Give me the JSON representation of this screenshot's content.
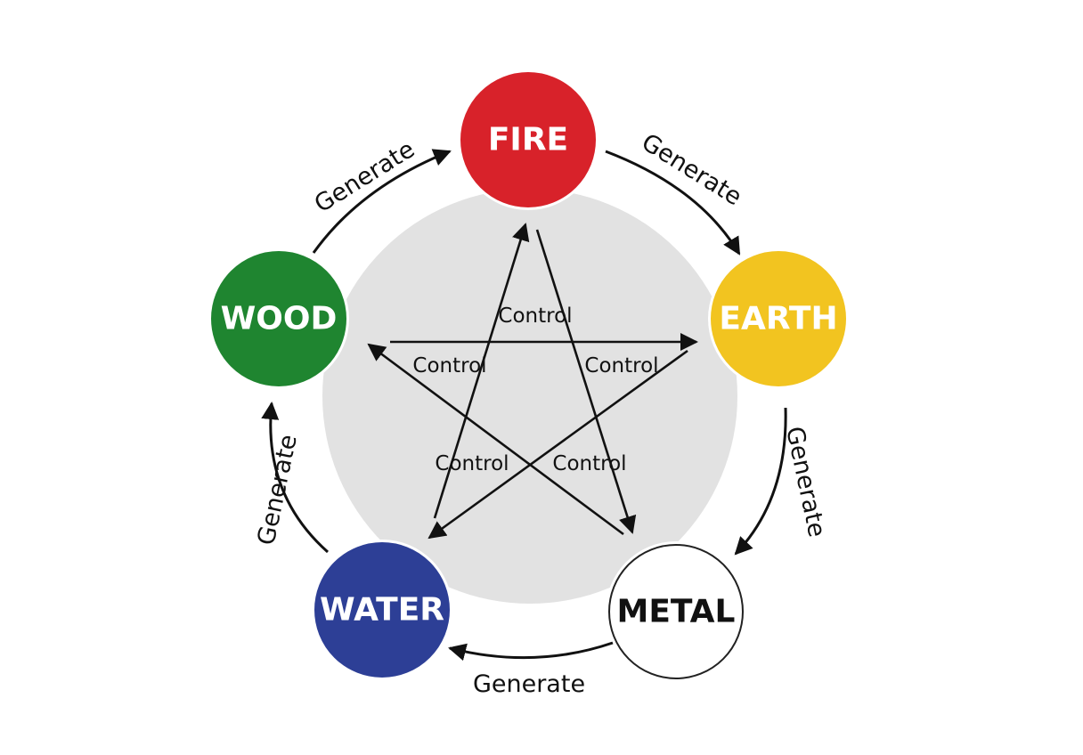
{
  "elements": [
    {
      "id": "fire",
      "label": "FIRE",
      "fill": "#d8222a",
      "text_color": "#ffffff",
      "border": "#d8222a"
    },
    {
      "id": "earth",
      "label": "EARTH",
      "fill": "#f2c420",
      "text_color": "#ffffff",
      "border": "#f2c420"
    },
    {
      "id": "metal",
      "label": "METAL",
      "fill": "#ffffff",
      "text_color": "#111111",
      "border": "#222222"
    },
    {
      "id": "water",
      "label": "WATER",
      "fill": "#2d3f96",
      "text_color": "#ffffff",
      "border": "#2d3f96"
    },
    {
      "id": "wood",
      "label": "WOOD",
      "fill": "#1f8530",
      "text_color": "#ffffff",
      "border": "#1f8530"
    }
  ],
  "generate_cycle": [
    {
      "from": "wood",
      "to": "fire",
      "label": "Generate"
    },
    {
      "from": "fire",
      "to": "earth",
      "label": "Generate"
    },
    {
      "from": "earth",
      "to": "metal",
      "label": "Generate"
    },
    {
      "from": "metal",
      "to": "water",
      "label": "Generate"
    },
    {
      "from": "water",
      "to": "wood",
      "label": "Generate"
    }
  ],
  "control_cycle": [
    {
      "from": "water",
      "to": "fire",
      "label": "Control"
    },
    {
      "from": "fire",
      "to": "metal",
      "label": "Control"
    },
    {
      "from": "metal",
      "to": "wood",
      "label": "Control"
    },
    {
      "from": "wood",
      "to": "earth",
      "label": "Control"
    },
    {
      "from": "earth",
      "to": "water",
      "label": "Control"
    }
  ],
  "colors": {
    "background_disc": "#e2e2e2",
    "lines": "#111111"
  }
}
